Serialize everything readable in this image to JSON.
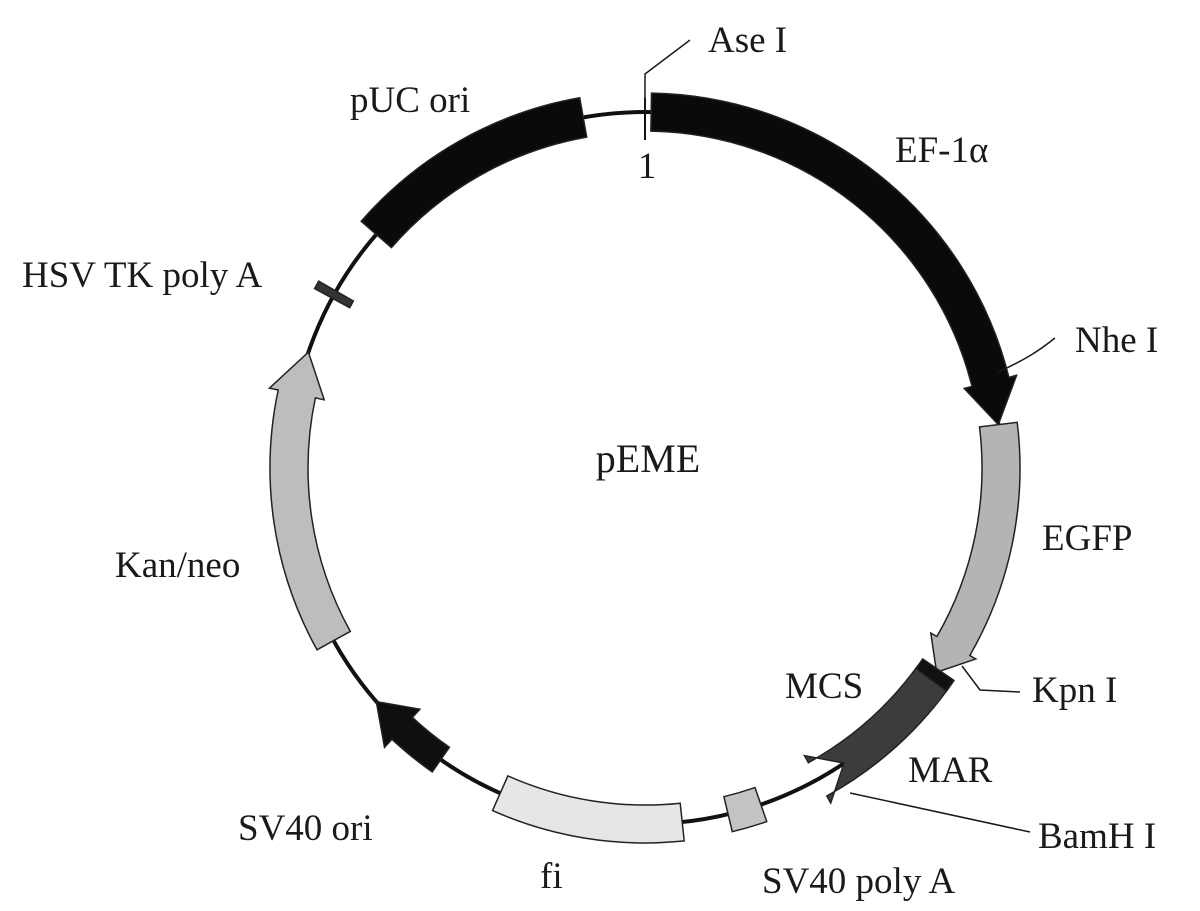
{
  "plasmid": {
    "name": "pEME",
    "origin_label": "1"
  },
  "features": [
    {
      "id": "ef1a",
      "label": "EF-1α",
      "color": "#0a0a0a"
    },
    {
      "id": "egfp",
      "label": "EGFP",
      "color": "#b4b4b4"
    },
    {
      "id": "mar",
      "label": "MAR",
      "color": "#3c3c3c"
    },
    {
      "id": "mcs",
      "label": "MCS",
      "color": "#111111"
    },
    {
      "id": "sv40polya",
      "label": "SV40 poly A",
      "color": "#c3c3c3"
    },
    {
      "id": "fi",
      "label": "fi",
      "color": "#e6e6e6"
    },
    {
      "id": "sv40ori",
      "label": "SV40 ori",
      "color": "#0f0f0f"
    },
    {
      "id": "kanneo",
      "label": "Kan/neo",
      "color": "#bdbdbd"
    },
    {
      "id": "hsvtk",
      "label": "HSV TK poly A",
      "color": "#333333"
    },
    {
      "id": "puc",
      "label": "pUC ori",
      "color": "#0a0a0a"
    }
  ],
  "sites": [
    {
      "id": "ase",
      "label": "Ase I"
    },
    {
      "id": "nhe",
      "label": "Nhe I"
    },
    {
      "id": "kpn",
      "label": "Kpn I"
    },
    {
      "id": "bam",
      "label": "BamH I"
    }
  ]
}
